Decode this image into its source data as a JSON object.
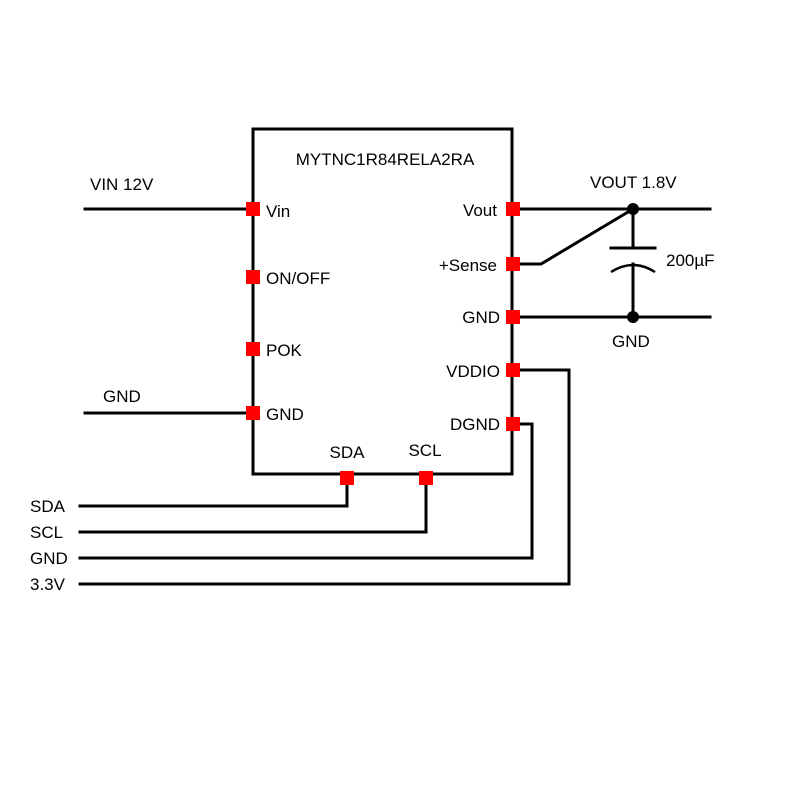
{
  "chip": {
    "part_number": "MYTNC1R84RELA2RA",
    "left_pins": {
      "vin": "Vin",
      "on_off": "ON/OFF",
      "pok": "POK",
      "gnd": "GND"
    },
    "right_pins": {
      "vout": "Vout",
      "sense": "+Sense",
      "gnd": "GND",
      "vddio": "VDDIO",
      "dgnd": "DGND"
    },
    "bottom_pins": {
      "sda": "SDA",
      "scl": "SCL"
    }
  },
  "nets": {
    "vin": "VIN 12V",
    "input_gnd": "GND",
    "vout": "VOUT 1.8V",
    "output_gnd": "GND"
  },
  "capacitor": {
    "value": "200µF"
  },
  "bus_lines": {
    "sda": "SDA",
    "scl": "SCL",
    "gnd": "GND",
    "v33": "3.3V"
  },
  "colors": {
    "pad": "#ff0000",
    "wire": "#000000"
  }
}
